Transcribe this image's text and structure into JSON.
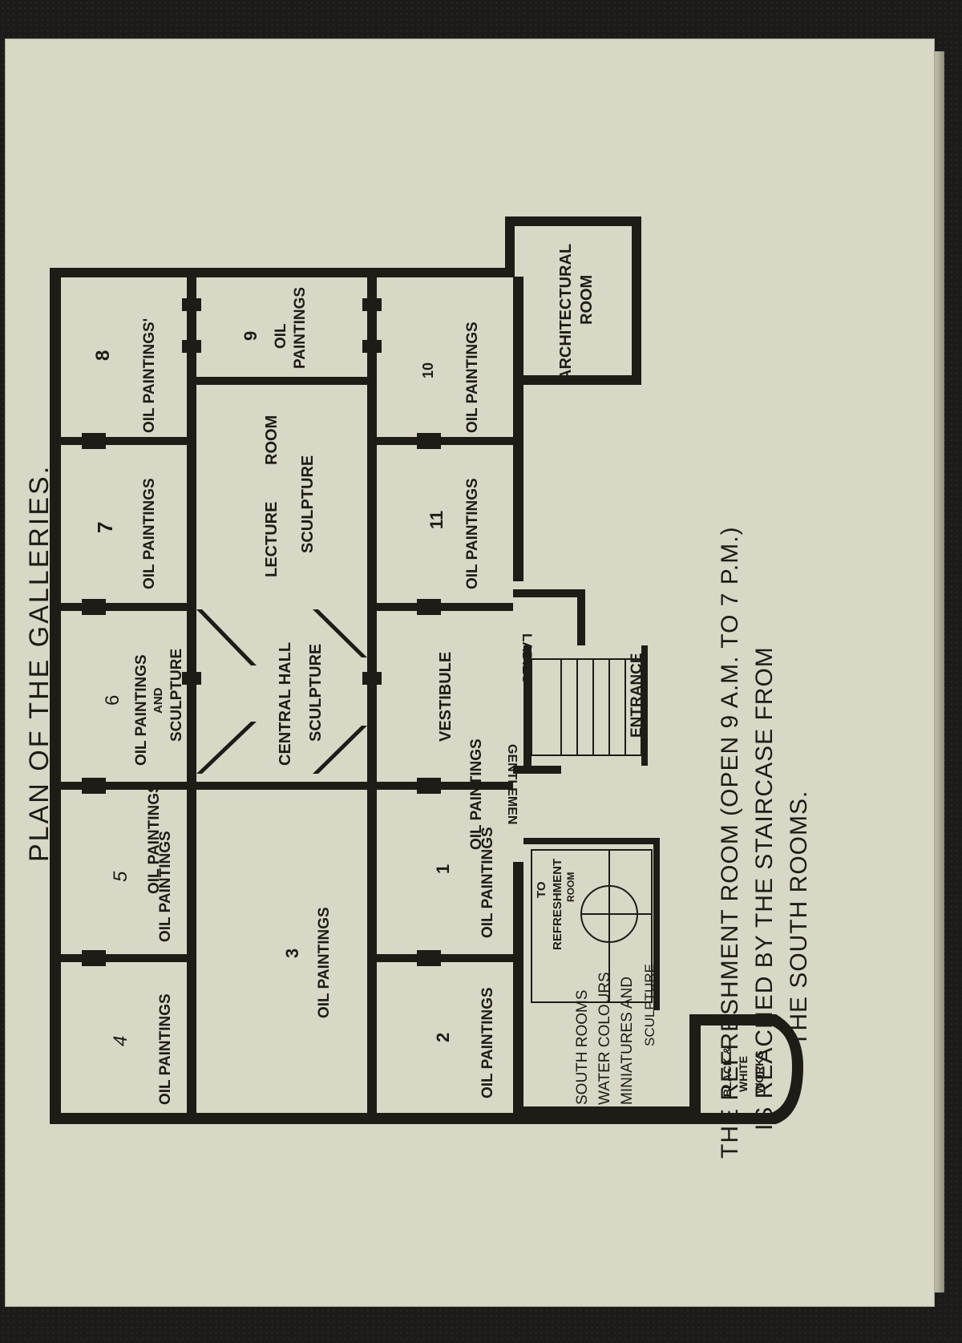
{
  "colors": {
    "background": "#1c1b19",
    "paper": "#d9d8c7",
    "ink": "#1f1c18"
  },
  "title": "PLAN OF THE GALLERIES.",
  "note_line1": "THE REFRESHMENT ROOM (OPEN 9 A.M. TO 7 P.M.)",
  "note_line2": "IS REACHED BY THE STAIRCASE FROM",
  "note_line3": "THE SOUTH ROOMS.",
  "rooms": {
    "r1": "1",
    "r2": "2",
    "r3": "3",
    "r4": "4",
    "r5": "5",
    "r6": "6",
    "r7": "7",
    "r8": "8",
    "r9": "9",
    "r10": "10",
    "r11": "11"
  },
  "labels": {
    "oil_paintings": "OIL PAINTINGS",
    "oil_paintings_apos": "OIL PAINTINGS'",
    "oil": "OIL",
    "paintings": "PAINTINGS",
    "and": "AND",
    "sculpture": "SCULPTURE",
    "lecture": "LECTURE",
    "room": "ROOM",
    "central_hall": "CENTRAL HALL",
    "vestibule": "VESTIBULE",
    "architectural": "ARCHITECTURAL",
    "ladies": "LADIES",
    "gentlemen": "GENTLEMEN",
    "entrance": "ENTRANCE",
    "to": "TO",
    "refreshment": "REFRESHMENT",
    "south_rooms": "SOUTH ROOMS",
    "water_colours": "WATER COLOURS",
    "miniatures_and": "MINIATURES AND",
    "sculpture_lower": "SCULPTURE",
    "black_white": "BLACK &",
    "white": "WHITE",
    "works": "WORKS"
  }
}
